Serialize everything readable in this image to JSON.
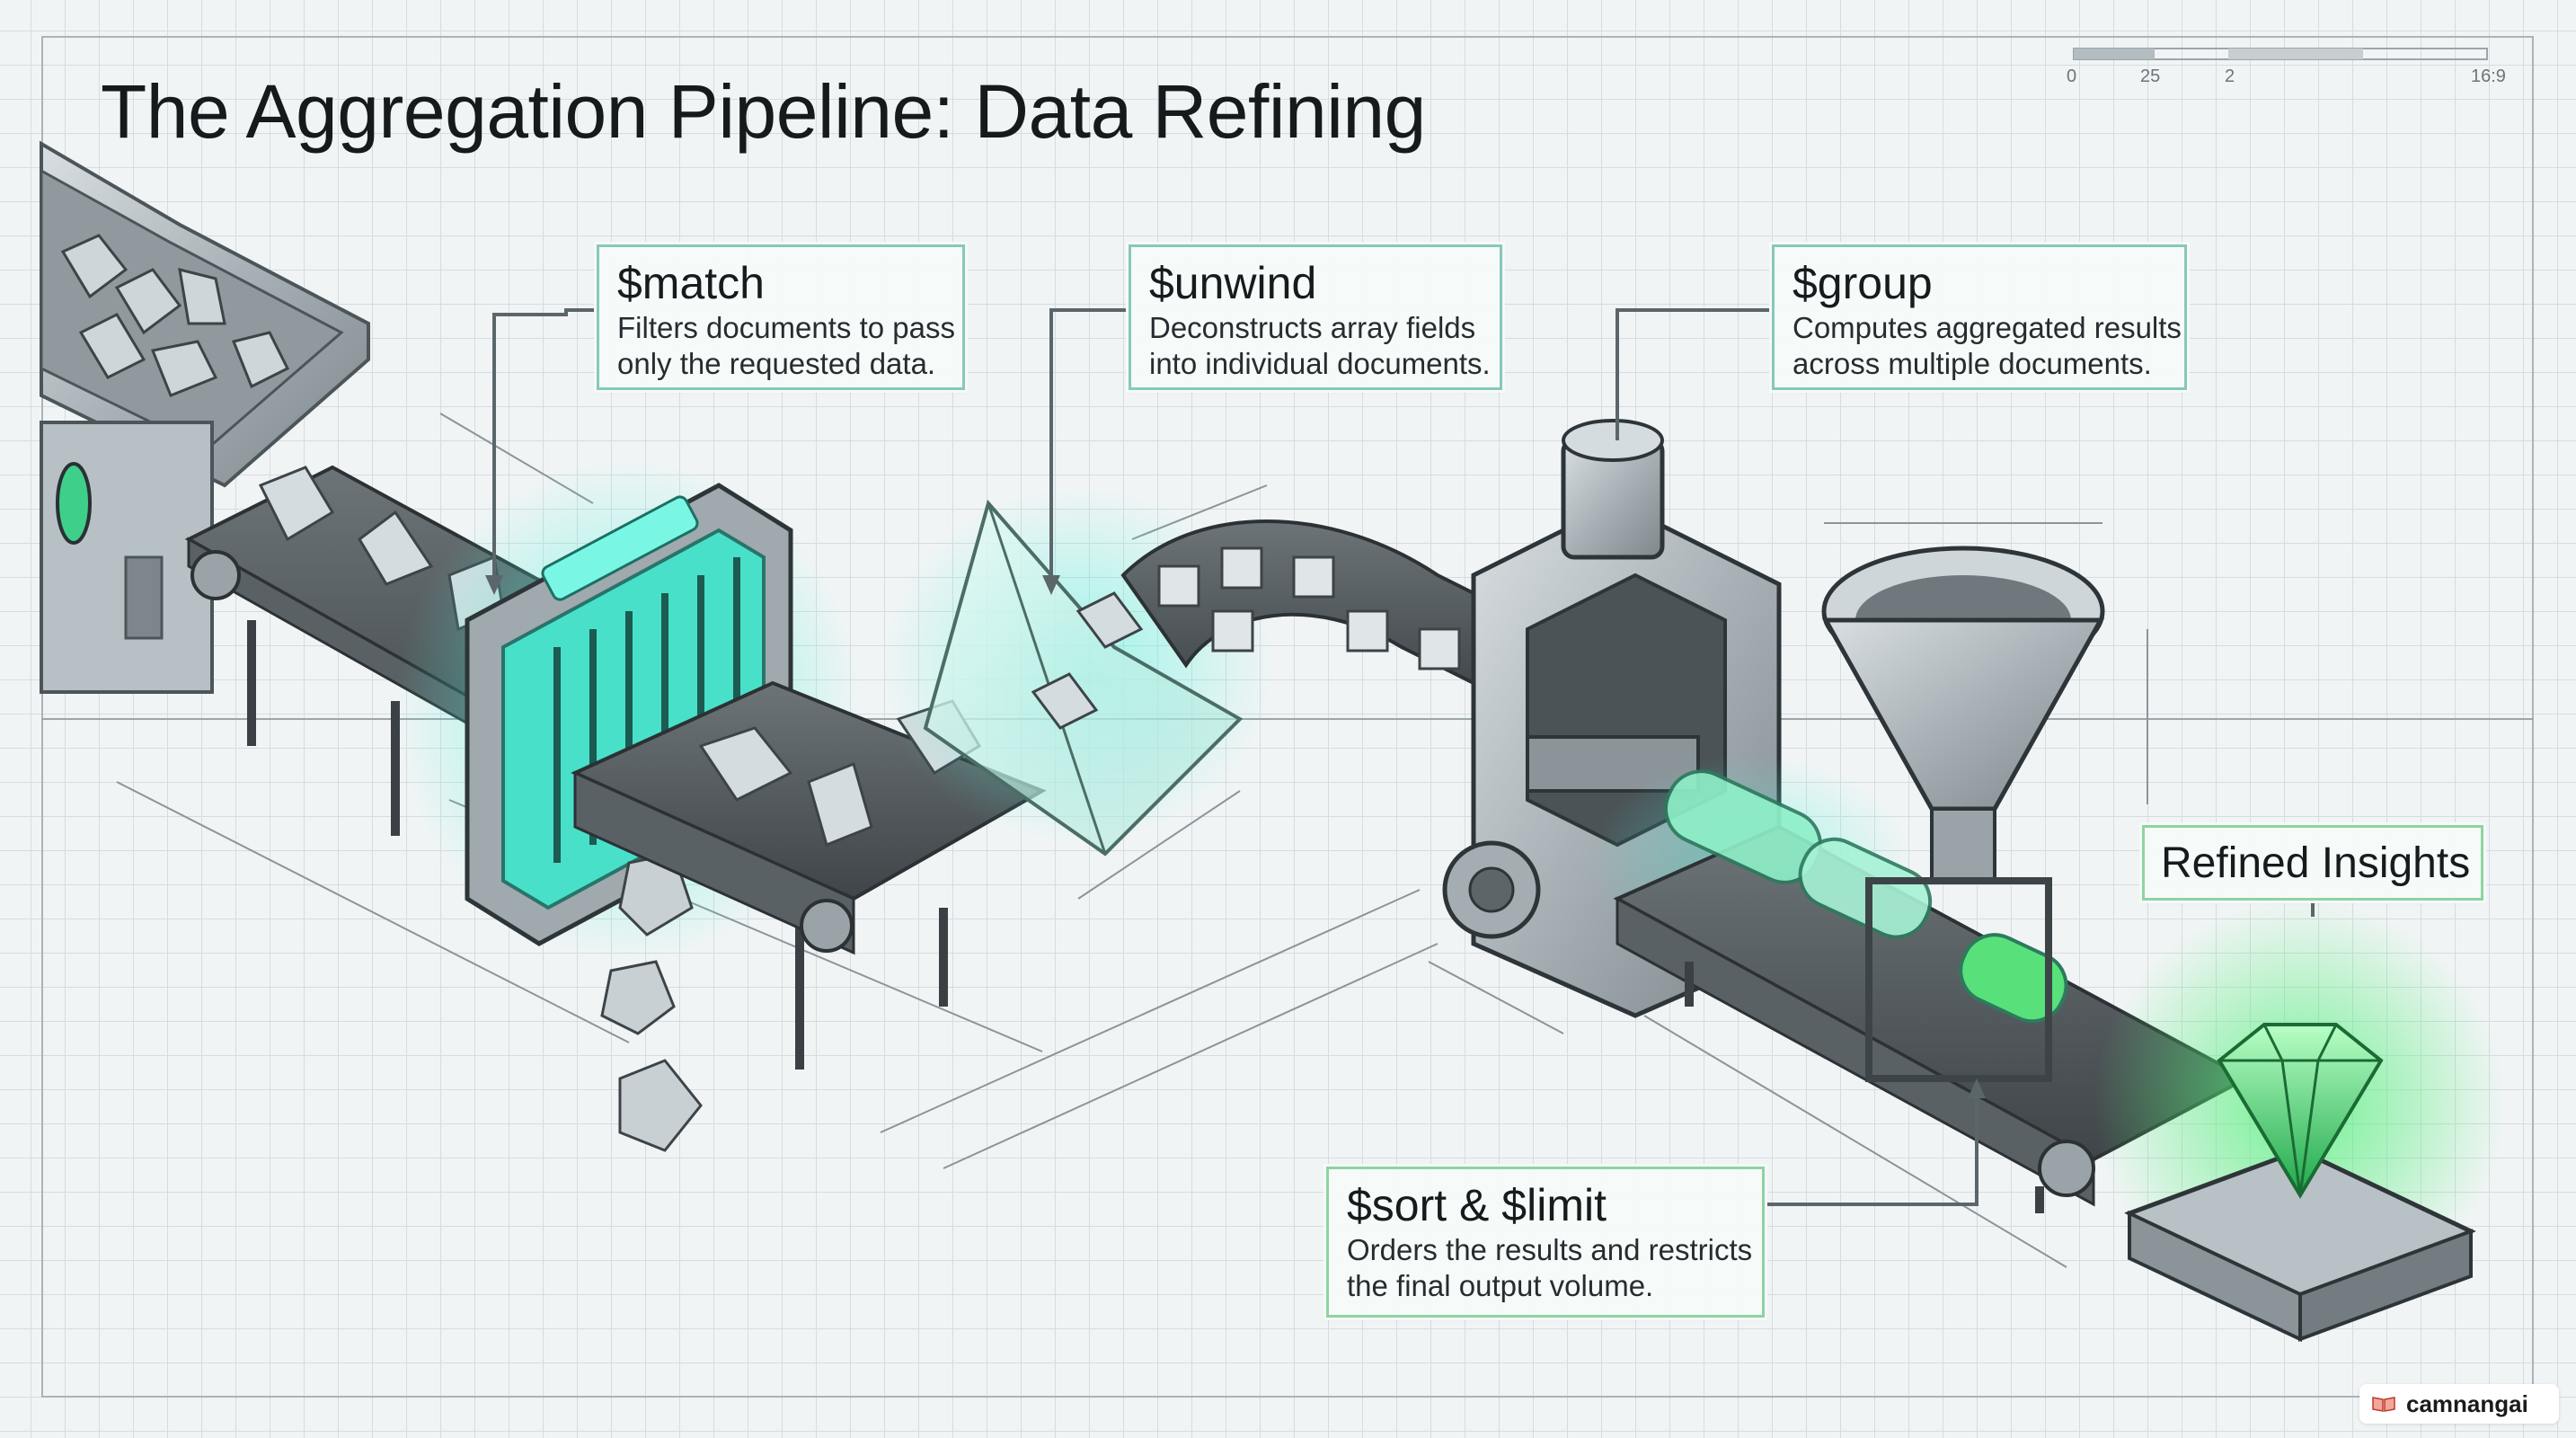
{
  "title": "The Aggregation Pipeline: Data Refining",
  "stages": [
    {
      "name": "$match",
      "description_line1": "Filters documents to pass",
      "description_line2": "only the requested data."
    },
    {
      "name": "$unwind",
      "description_line1": "Deconstructs array fields",
      "description_line2": "into individual documents."
    },
    {
      "name": "$group",
      "description_line1": "Computes aggregated results",
      "description_line2": "across multiple documents."
    },
    {
      "name": "$sort & $limit",
      "description_line1": "Orders the results and restricts",
      "description_line2": "the final output volume."
    }
  ],
  "result_label": "Refined Insights",
  "scale_bar": {
    "ticks": [
      "0",
      "25",
      "2",
      "16:9"
    ]
  },
  "watermark": "camnangai",
  "colors": {
    "accent_teal": "#38e0c8",
    "accent_green": "#3ee070",
    "callout_border": "#86c9b8"
  }
}
